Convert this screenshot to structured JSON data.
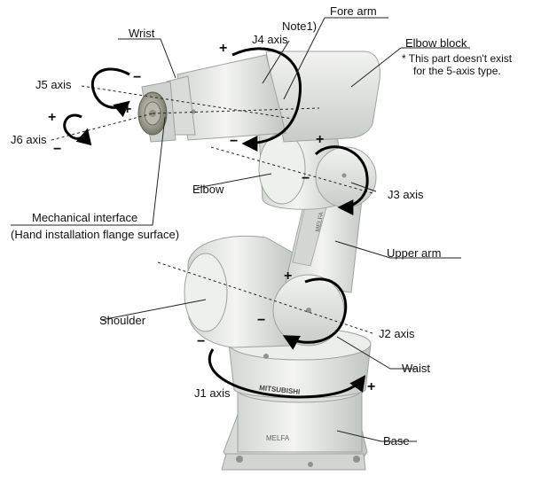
{
  "labels": {
    "fore_arm": "Fore arm",
    "wrist": "Wrist",
    "note": "Note1)",
    "j4": "J4 axis",
    "elbow_block": "Elbow block",
    "elbow_block_note_1": "* This part doesn't exist",
    "elbow_block_note_2": "for the 5-axis type.",
    "j5": "J5 axis",
    "j6": "J6 axis",
    "elbow": "Elbow",
    "j3": "J3 axis",
    "mech_interface": "Mechanical interface",
    "mech_interface_sub": "(Hand installation flange surface)",
    "upper_arm": "Upper arm",
    "shoulder": "Shoulder",
    "j2": "J2 axis",
    "waist": "Waist",
    "j1": "J1 axis",
    "base": "Base"
  },
  "robot_markings": {
    "brand": "MITSUBISHI",
    "model": "MELFA"
  },
  "signs": {
    "plus": "+",
    "minus": "−"
  },
  "colors": {
    "robot_body": "#e9ebe8",
    "robot_shade": "#c9cdca",
    "robot_dark": "#9ea39f",
    "flange": "#8a8a80",
    "arrow": "#000000",
    "leader": "#222222"
  }
}
